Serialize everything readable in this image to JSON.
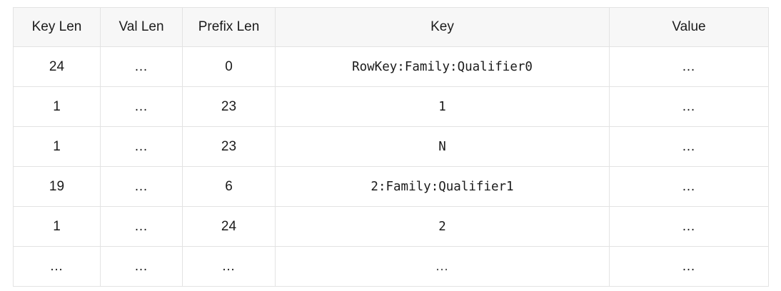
{
  "table": {
    "columns": [
      {
        "key": "key_len",
        "label": "Key Len"
      },
      {
        "key": "val_len",
        "label": "Val Len"
      },
      {
        "key": "prefix_len",
        "label": "Prefix Len"
      },
      {
        "key": "key",
        "label": "Key"
      },
      {
        "key": "value",
        "label": "Value"
      }
    ],
    "rows": [
      {
        "key_len": "24",
        "val_len": "…",
        "prefix_len": "0",
        "key": "RowKey:Family:Qualifier0",
        "value": "…"
      },
      {
        "key_len": "1",
        "val_len": "…",
        "prefix_len": "23",
        "key": "1",
        "value": "…"
      },
      {
        "key_len": "1",
        "val_len": "…",
        "prefix_len": "23",
        "key": "N",
        "value": "…"
      },
      {
        "key_len": "19",
        "val_len": "…",
        "prefix_len": "6",
        "key": "2:Family:Qualifier1",
        "value": "…"
      },
      {
        "key_len": "1",
        "val_len": "…",
        "prefix_len": "24",
        "key": "2",
        "value": "…"
      },
      {
        "key_len": "…",
        "val_len": "…",
        "prefix_len": "…",
        "key": "…",
        "value": "…"
      }
    ]
  },
  "colors": {
    "header_background": "#f7f7f7",
    "border": "#e3e3e3",
    "text": "#1b1b1b",
    "muted_text": "#4a4a4a",
    "page_background": "#ffffff"
  }
}
